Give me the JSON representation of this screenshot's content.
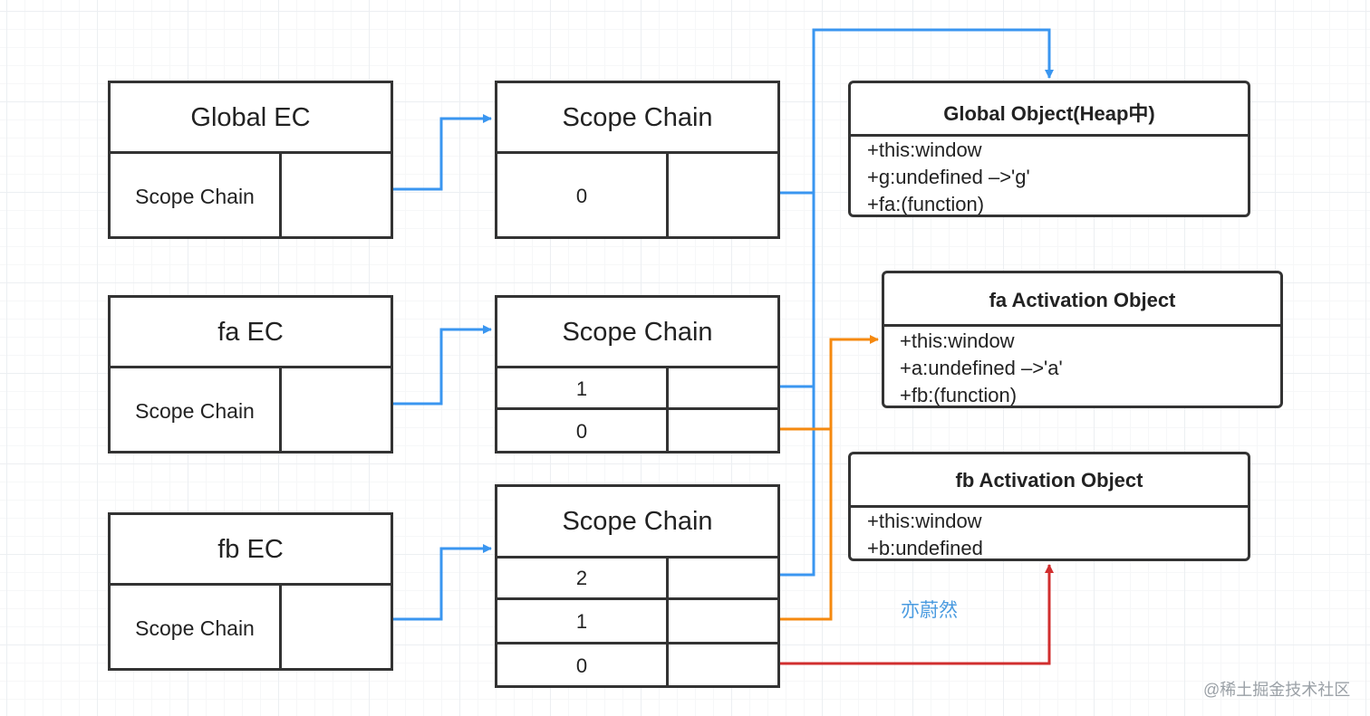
{
  "contexts": [
    {
      "title": "Global EC",
      "slot_label": "Scope Chain"
    },
    {
      "title": "fa EC",
      "slot_label": "Scope Chain"
    },
    {
      "title": "fb EC",
      "slot_label": "Scope Chain"
    }
  ],
  "scope_chains": [
    {
      "title": "Scope Chain",
      "indices": [
        "0"
      ]
    },
    {
      "title": "Scope Chain",
      "indices": [
        "1",
        "0"
      ]
    },
    {
      "title": "Scope Chain",
      "indices": [
        "2",
        "1",
        "0"
      ]
    }
  ],
  "objects": {
    "global": {
      "title": "Global Object(Heap中)",
      "lines": [
        "+this:window",
        "+g:undefined –>'g'",
        "+fa:(function)"
      ]
    },
    "fa": {
      "title": "fa Activation Object",
      "lines": [
        "+this:window",
        "+a:undefined –>'a'",
        "+fb:(function)"
      ]
    },
    "fb": {
      "title": "fb Activation Object",
      "lines": [
        "+this:window",
        "+b:undefined"
      ]
    }
  },
  "annotation": "亦蔚然",
  "watermark": "@稀土掘金技术社区",
  "colors": {
    "blue": "#3a96f0",
    "orange": "#f5890f",
    "red": "#d12e2e",
    "annotation": "#4a9be0"
  }
}
